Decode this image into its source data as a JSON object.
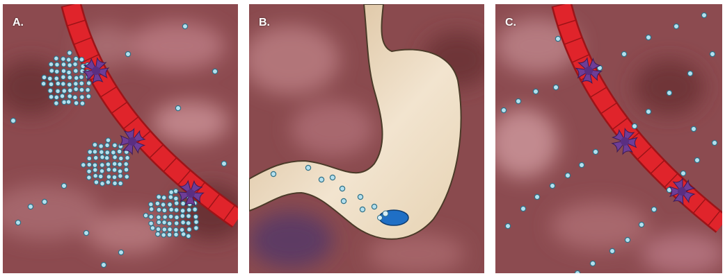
{
  "panels": [
    {
      "label": "A."
    },
    {
      "label": "B."
    },
    {
      "label": "C."
    }
  ],
  "colors": {
    "tissue": "#8a4a4e",
    "vessel": "#e0242b",
    "vessel_edge": "#9c1418",
    "cell": "#6e3d97",
    "particle_fill": "#b4e0ee",
    "particle_stroke": "#2e6f86",
    "stomach": "#dcc29a",
    "stomach_edge": "#4a3a28",
    "tablet": "#1f6fc5"
  }
}
